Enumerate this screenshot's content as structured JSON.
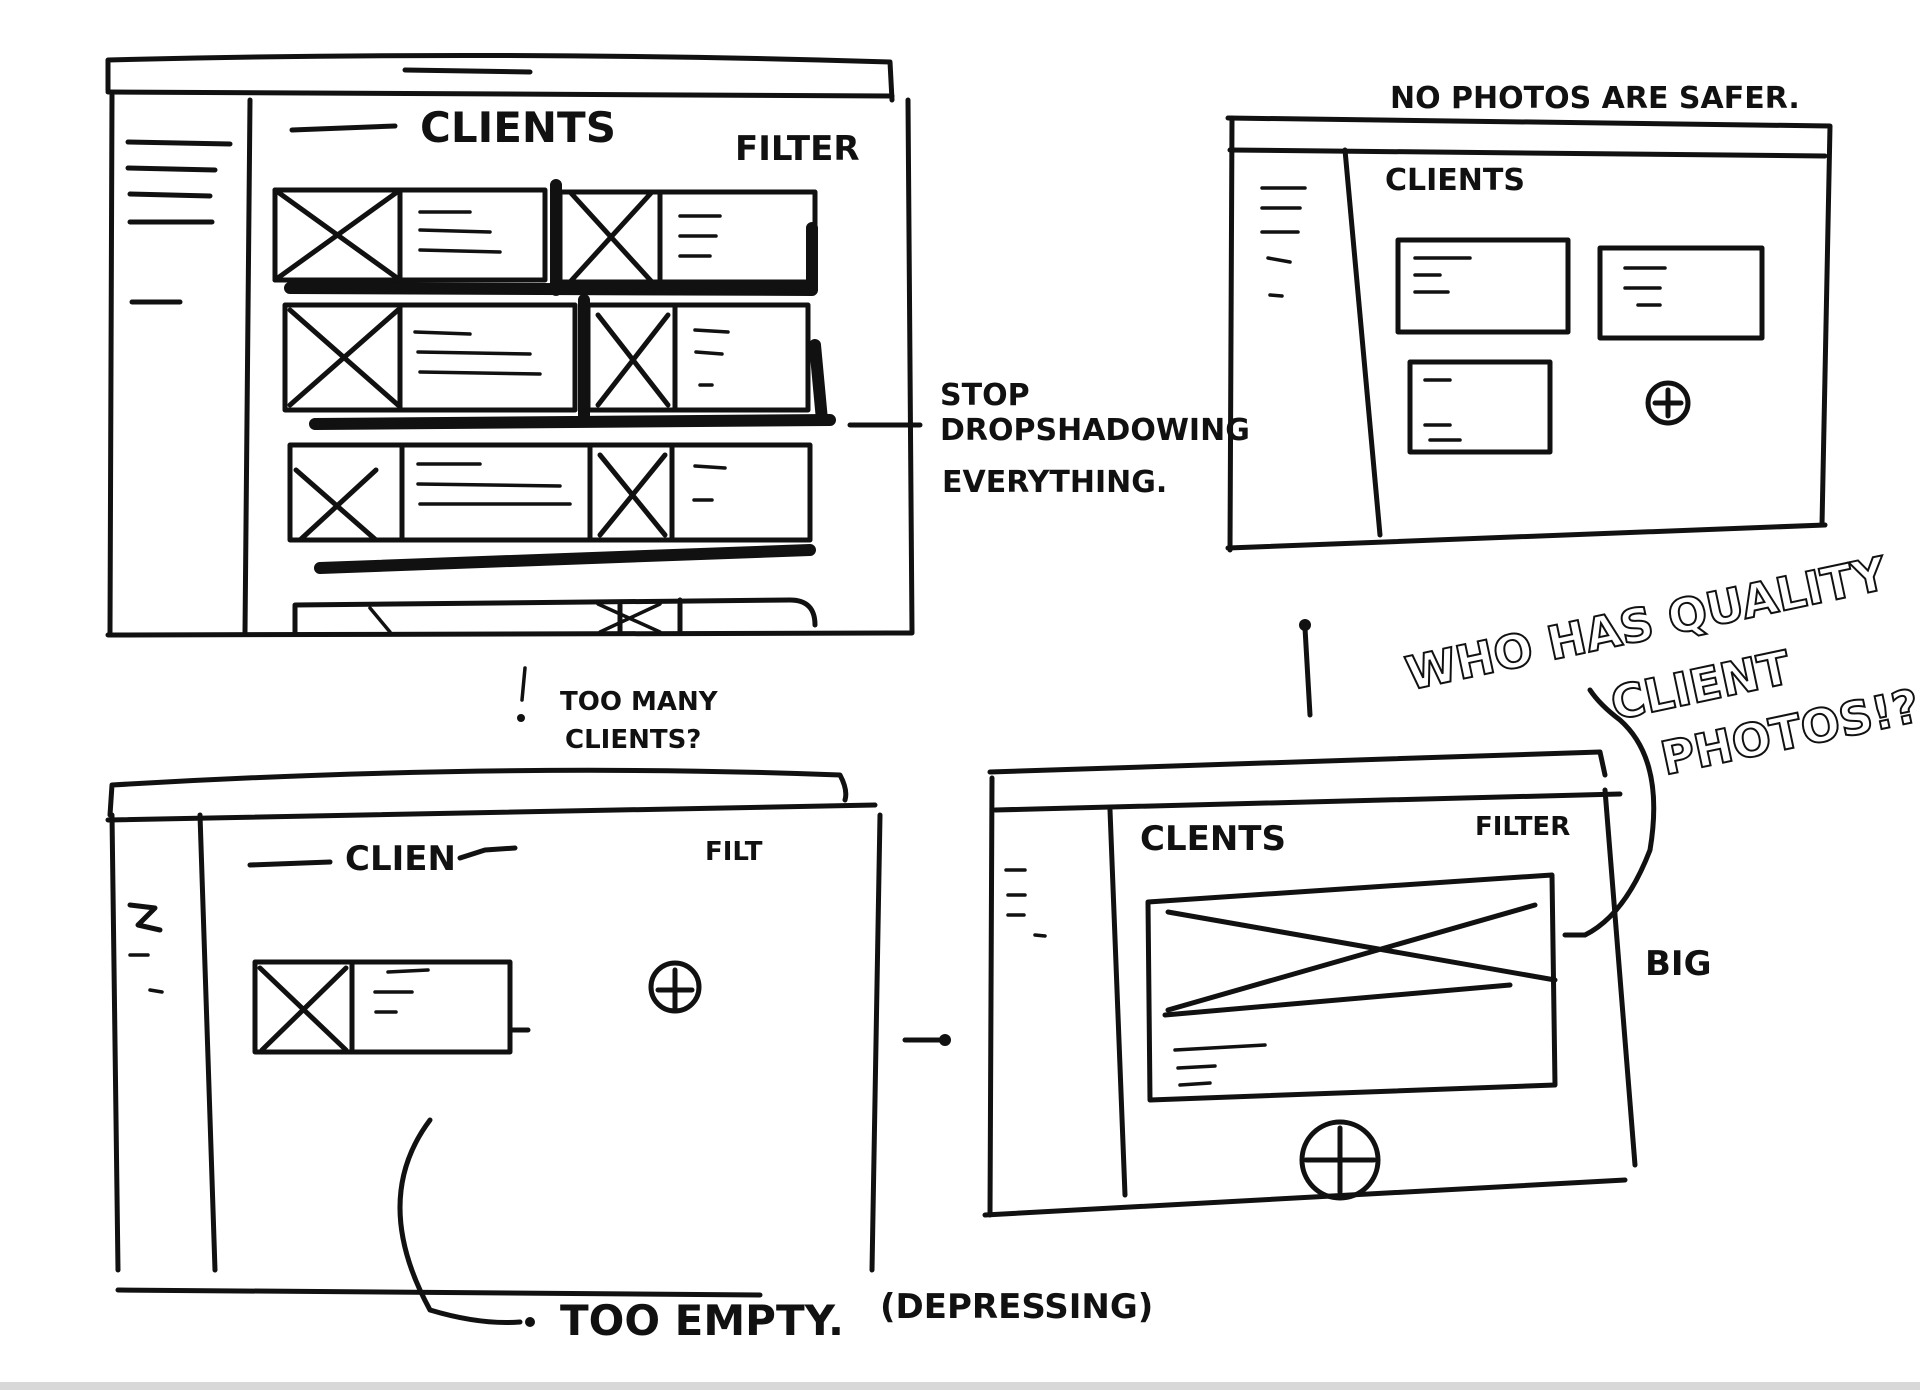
{
  "sketch_a": {
    "title": "CLIENTS",
    "filter": "FILTER",
    "annotation_lines": [
      "STOP",
      "DROPSHADOWING",
      "EVERYTHING."
    ]
  },
  "sketch_b": {
    "header_note": "NO PHOTOS ARE SAFER.",
    "title": "CLIENTS"
  },
  "sketch_c": {
    "title": "CLIEN",
    "filter": "FILT",
    "note_lines": [
      "TOO MANY",
      "CLIENTS?"
    ],
    "footer_note": "TOO EMPTY.",
    "footer_aside": "(DEPRESSING)"
  },
  "sketch_d": {
    "title": "CLENTS",
    "filter": "FILTER",
    "side_note": "BIG",
    "question_lines": [
      "WHO HAS QUALITY",
      "CLIENT",
      "PHOTOS!?!"
    ]
  },
  "icons": {
    "image_placeholder": "crossed-box-icon",
    "add": "plus-circle-icon",
    "arrow": "arrow-icon"
  },
  "colors": {
    "ink": "#111111",
    "paper": "#ffffff"
  }
}
